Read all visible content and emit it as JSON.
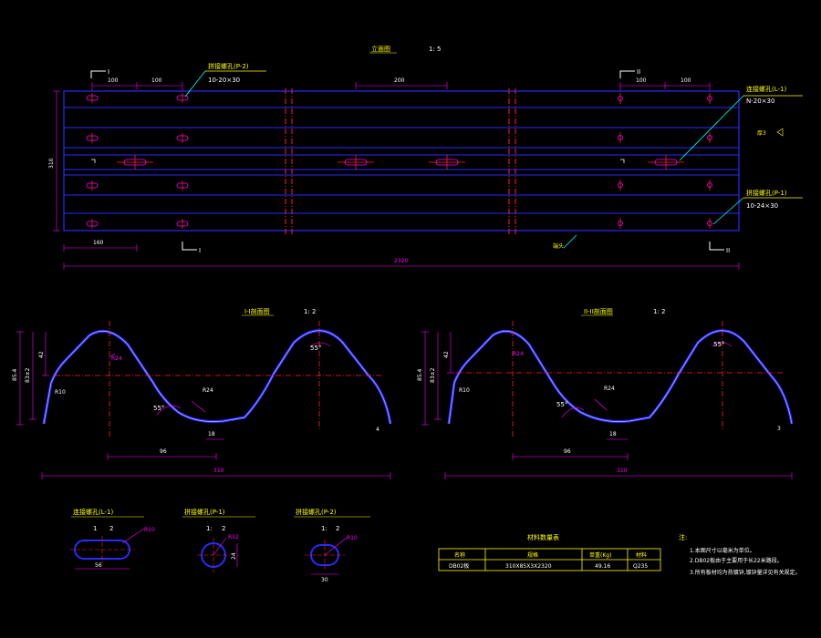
{
  "front_view": {
    "title": "立面图",
    "scale": "1: 5",
    "dim_100_a": "100",
    "dim_100_b": "100",
    "dim_100_c": "100",
    "dim_100_d": "100",
    "dim_200": "200",
    "dim_160": "160",
    "dim_total": "2320",
    "dim_height": "310",
    "section_mark_1": "I",
    "section_mark_2": "II",
    "callout_p2_title": "拼接螺孔(P-2)",
    "callout_p2_spec": "10-20×30",
    "callout_l1_title": "连接螺孔(L-1)",
    "callout_l1_spec": "N-20×30",
    "callout_p1_title": "拼接螺孔(P-1)",
    "callout_p1_spec": "10-24×30",
    "callout_edge": "端头",
    "note_symbol": "厚3"
  },
  "section_1": {
    "title": "I-I剖面图",
    "scale": "1: 2",
    "dim_height_total": "85.4",
    "dim_height_inner": "83±2",
    "dim_top": "42",
    "radius_top": "R24",
    "radius_left": "R10",
    "radius_right": "R24",
    "angle_left": "55°",
    "angle_right": "55°",
    "dim_18": "18",
    "dim_96": "96",
    "dim_width": "310",
    "dim_end": "4"
  },
  "section_2": {
    "title": "II-II剖面图",
    "scale": "1: 2",
    "dim_height_total": "85.4",
    "dim_height_inner": "83±2",
    "dim_top": "42",
    "radius_top": "R24",
    "radius_left": "R10",
    "radius_right": "R24",
    "angle_left": "55°",
    "angle_right": "55°",
    "dim_18": "18",
    "dim_96": "96",
    "dim_width": "310",
    "dim_end": "3"
  },
  "details": {
    "l1_title": "连接螺孔(L-1)",
    "l1_scale_a": "1",
    "l1_scale_b": "2",
    "l1_dim": "56",
    "l1_radius": "R10",
    "p1_title": "拼接螺孔(P-1)",
    "p1_scale_a": "1:",
    "p1_scale_b": "2",
    "p1_dim": "24",
    "p1_radius": "R12",
    "p2_title": "拼接螺孔(P-2)",
    "p2_scale_a": "1:",
    "p2_scale_b": "2",
    "p2_dim": "30",
    "p2_radius": "R10"
  },
  "material_table": {
    "title": "材料数量表",
    "headers": [
      "名称",
      "规格",
      "单重(Kg)",
      "材料"
    ],
    "row": [
      "DB02板",
      "310X85X3X2320",
      "49.16",
      "Q235"
    ]
  },
  "notes": {
    "heading": "注:",
    "items": [
      "1.本图尺寸以毫米为单位。",
      "2.DB02板由于主要用于长22米路段。",
      "3.所有板材均为热镀锌,镀锌量详见有关规定。"
    ]
  },
  "colors": {
    "background": "#000000",
    "outline": "#2a2aff",
    "dimension": "#ff00ff",
    "centerline": "#ff2020",
    "text": "#ffffff",
    "callout": "#ffff00",
    "leader": "#00ffff"
  }
}
